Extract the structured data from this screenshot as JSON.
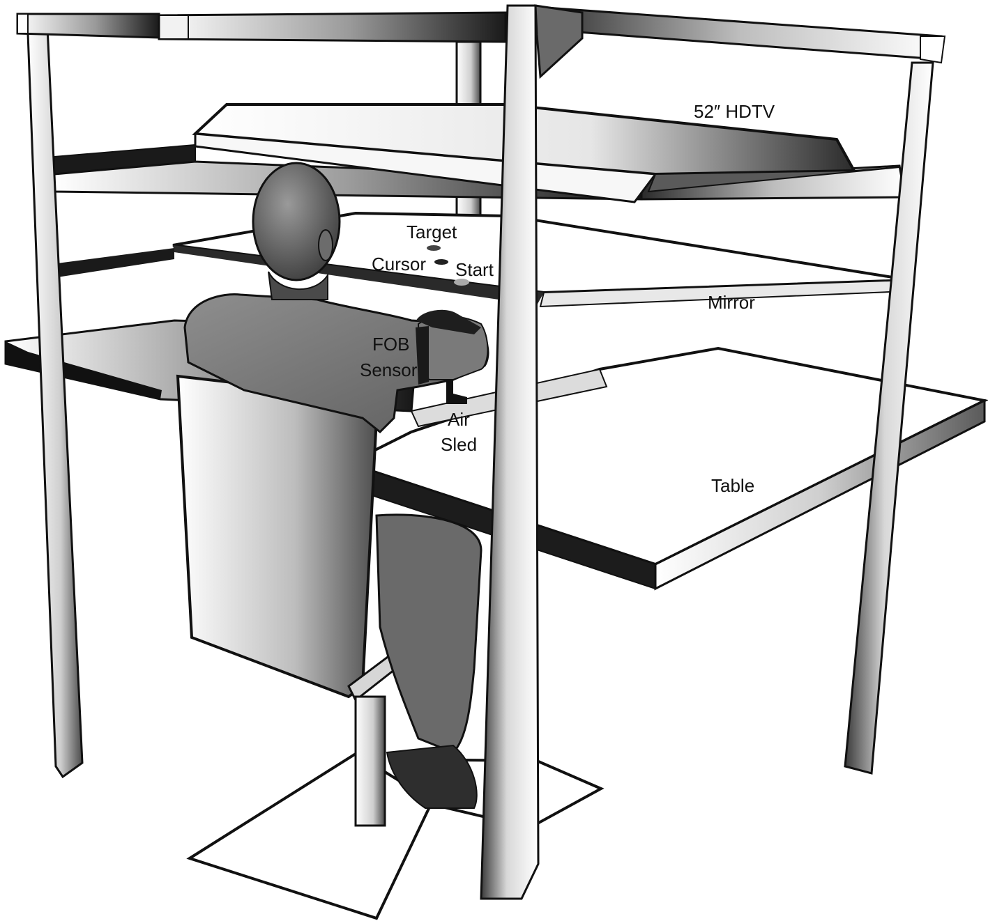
{
  "labels": {
    "hdtv": "52″ HDTV",
    "target": "Target",
    "cursor": "Cursor",
    "start": "Start",
    "mirror": "Mirror",
    "fob_line1": "FOB",
    "fob_line2": "Sensor",
    "air_line1": "Air",
    "air_line2": "Sled",
    "table": "Table"
  }
}
